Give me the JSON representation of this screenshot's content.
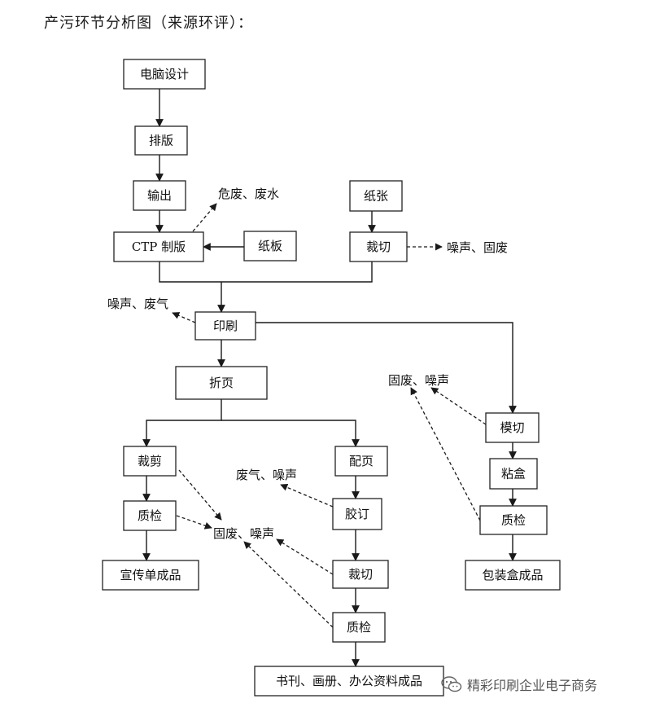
{
  "title": "产污环节分析图（来源环评）：",
  "nodes": {
    "design": "电脑设计",
    "layout": "排版",
    "output": "输出",
    "ctp": "CTP 制版",
    "board": "纸板",
    "paper": "纸张",
    "cut1": "裁切",
    "print": "印刷",
    "fold": "折页",
    "trim": "裁剪",
    "collate": "配页",
    "qc1": "质检",
    "glue": "胶订",
    "flyer": "宣传单成品",
    "cut2": "裁切",
    "qc2": "质检",
    "books": "书刊、画册、办公资料成品",
    "diecut": "模切",
    "boxglue": "粘盒",
    "qc3": "质检",
    "box": "包装盒成品"
  },
  "labels": {
    "hazard": "危废、废水",
    "noise_solid1": "噪声、固废",
    "noise_gas": "噪声、废气",
    "gas_noise": "废气、噪声",
    "solid_noise1": "固废、噪声",
    "solid_noise2": "固废、噪声"
  },
  "watermark": "精彩印刷企业电子商务"
}
